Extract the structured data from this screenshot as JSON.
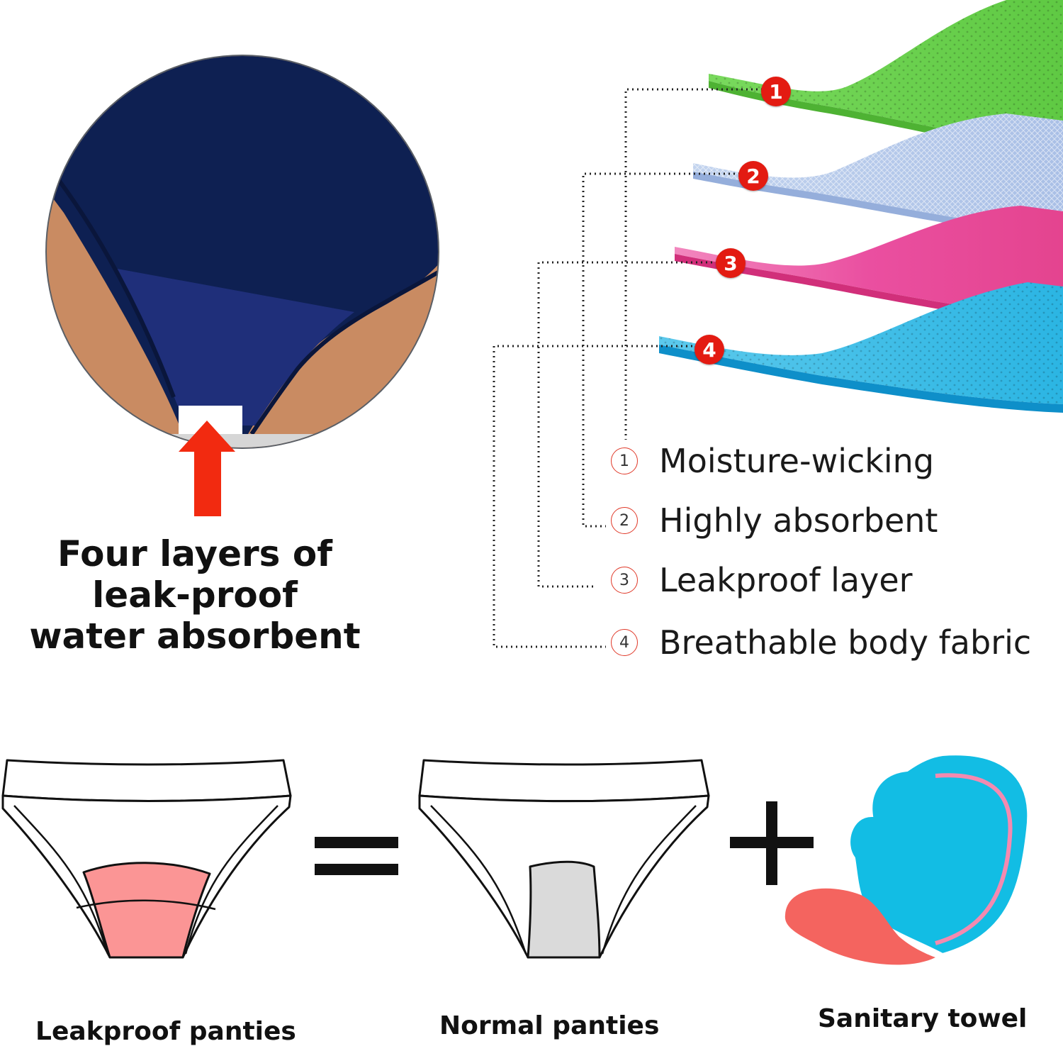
{
  "headline": {
    "line1": "Four layers of",
    "line2": "leak-proof",
    "line3": "water absorbent"
  },
  "layers": [
    {
      "badge": "1",
      "num": "1",
      "label": "Moisture-wicking",
      "color": "#6fd14f"
    },
    {
      "badge": "2",
      "num": "2",
      "label": "Highly absorbent",
      "color": "#b3c8e8"
    },
    {
      "badge": "3",
      "num": "3",
      "label": "Leakproof layer",
      "color": "#ea4a98"
    },
    {
      "badge": "4",
      "num": "4",
      "label": "Breathable body fabric",
      "color": "#2fb6e2"
    }
  ],
  "equation": {
    "equals": "=",
    "plus": "+",
    "captions": {
      "leakproof": "Leakproof panties",
      "normal": "Normal panties",
      "towel": "Sanitary towel"
    }
  },
  "colors": {
    "badge": "#e31b12",
    "arrow": "#f22a10",
    "panty_navy": "#0e2052",
    "skin": "#c98b62",
    "leakproof_gusset": "#fb9595",
    "normal_gusset": "#dadada",
    "towel_blue": "#12bde4",
    "towel_pink": "#f4645f"
  },
  "icons": [
    "up-arrow-icon",
    "leakproof-panties-icon",
    "normal-panties-icon",
    "sanitary-towel-icon"
  ]
}
